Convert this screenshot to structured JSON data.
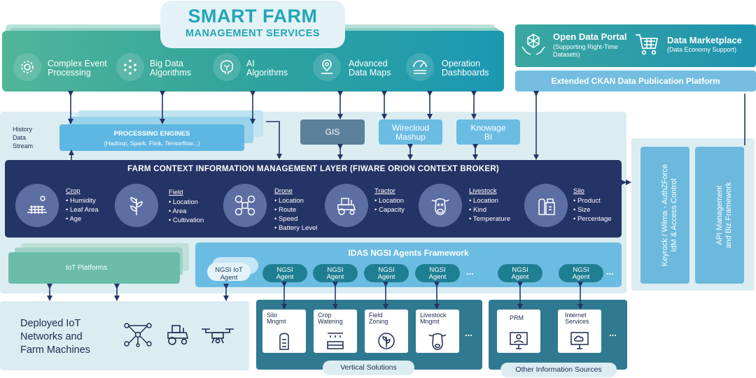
{
  "header": {
    "title_line1": "SMART FARM",
    "title_line2": "MANAGEMENT SERVICES"
  },
  "services": [
    {
      "label_l1": "Complex Event",
      "label_l2": "Processing",
      "icon": "gear-icon"
    },
    {
      "label_l1": "Big Data",
      "label_l2": "Algorithms",
      "icon": "data-cube-icon"
    },
    {
      "label_l1": "AI",
      "label_l2": "Algorithms",
      "icon": "brain-icon"
    },
    {
      "label_l1": "Advanced",
      "label_l2": "Data Maps",
      "icon": "map-pin-icon"
    },
    {
      "label_l1": "Operation",
      "label_l2": "Dashboards",
      "icon": "dashboard-icon"
    }
  ],
  "open_data": {
    "portal_title": "Open Data Portal",
    "portal_sub_l1": "(Supporting Right-Time",
    "portal_sub_l2": "Datasets)",
    "market_title": "Data Marketplace",
    "market_sub": "(Data Economy Support)",
    "ckan": "Extended CKAN Data Publication Platform"
  },
  "history": {
    "l1": "History",
    "l2": "Data",
    "l3": "Stream"
  },
  "processing": {
    "title": "PROCESSING ENGINES",
    "sub": "(Hadoop, Spark, Flink, Tensorflow...)"
  },
  "gis": "GIS",
  "wirecloud": {
    "l1": "Wirecloud",
    "l2": "Mashup"
  },
  "knowage": {
    "l1": "Knowage",
    "l2": "BI"
  },
  "context_layer": {
    "title": "FARM CONTEXT INFORMATION MANAGEMENT LAYER (FIWARE ORION CONTEXT BROKER)",
    "entities": [
      {
        "name": "Crop",
        "items": [
          "• Humidity",
          "• Leaf Area",
          "• Age"
        ],
        "icon": "crop-field-icon"
      },
      {
        "name": "Field",
        "items": [
          "• Location",
          "• Area",
          "• Cultivation"
        ],
        "icon": "plant-icon"
      },
      {
        "name": "Drone",
        "items": [
          "• Location",
          "• Route",
          "• Speed",
          "• Battery Level"
        ],
        "icon": "drone-icon"
      },
      {
        "name": "Tractor",
        "items": [
          "• Location",
          "• Capacity"
        ],
        "icon": "tractor-icon"
      },
      {
        "name": "Livestock",
        "items": [
          "• Location",
          "• Kind",
          "• Temperature"
        ],
        "icon": "cow-icon"
      },
      {
        "name": "Silo",
        "items": [
          "• Product",
          "• Size",
          "• Percentage"
        ],
        "icon": "silo-icon"
      }
    ]
  },
  "security": {
    "keyrock_l1": "Keyrock / Wilma - AuthZForce",
    "keyrock_l2": "IdM & Access Control",
    "api_l1": "API Management",
    "api_l2": "and Biz Framework"
  },
  "iot_platforms": "IoT Platforms",
  "idas": {
    "title": "IDAS NGSI Agents Framework",
    "iot_agent_l1": "NGSI IoT",
    "iot_agent_l2": "Agent",
    "agent_l1": "NGSI",
    "agent_l2": "Agent",
    "ellipsis": "..."
  },
  "deployed": {
    "l1": "Deployed IoT",
    "l2": "Networks and",
    "l3": "Farm Machines"
  },
  "vertical": {
    "label": "Vertical Solutions",
    "cards": [
      {
        "l1": "Silo",
        "l2": "Mngmt",
        "icon": "silo-icon"
      },
      {
        "l1": "Crop",
        "l2": "Watering",
        "icon": "watering-icon"
      },
      {
        "l1": "Field",
        "l2": "Zoning",
        "icon": "field-zoning-icon"
      },
      {
        "l1": "Livestock",
        "l2": "Mngmt",
        "icon": "cow-icon"
      }
    ],
    "ellipsis": "..."
  },
  "other": {
    "label": "Other Information Sources",
    "cards": [
      {
        "l1": "PRM",
        "l2": "",
        "icon": "monitor-user-icon"
      },
      {
        "l1": "Internet",
        "l2": "Services",
        "icon": "monitor-cloud-icon"
      }
    ],
    "ellipsis": "..."
  },
  "colors": {
    "teal_band": "#2aa39d",
    "navy": "#253466",
    "light_blue": "#6cb9dd",
    "steel": "#5b7f99",
    "dark_teal": "#2f7a91",
    "pale": "#dcedf2",
    "title_teal": "#21a3b4"
  }
}
